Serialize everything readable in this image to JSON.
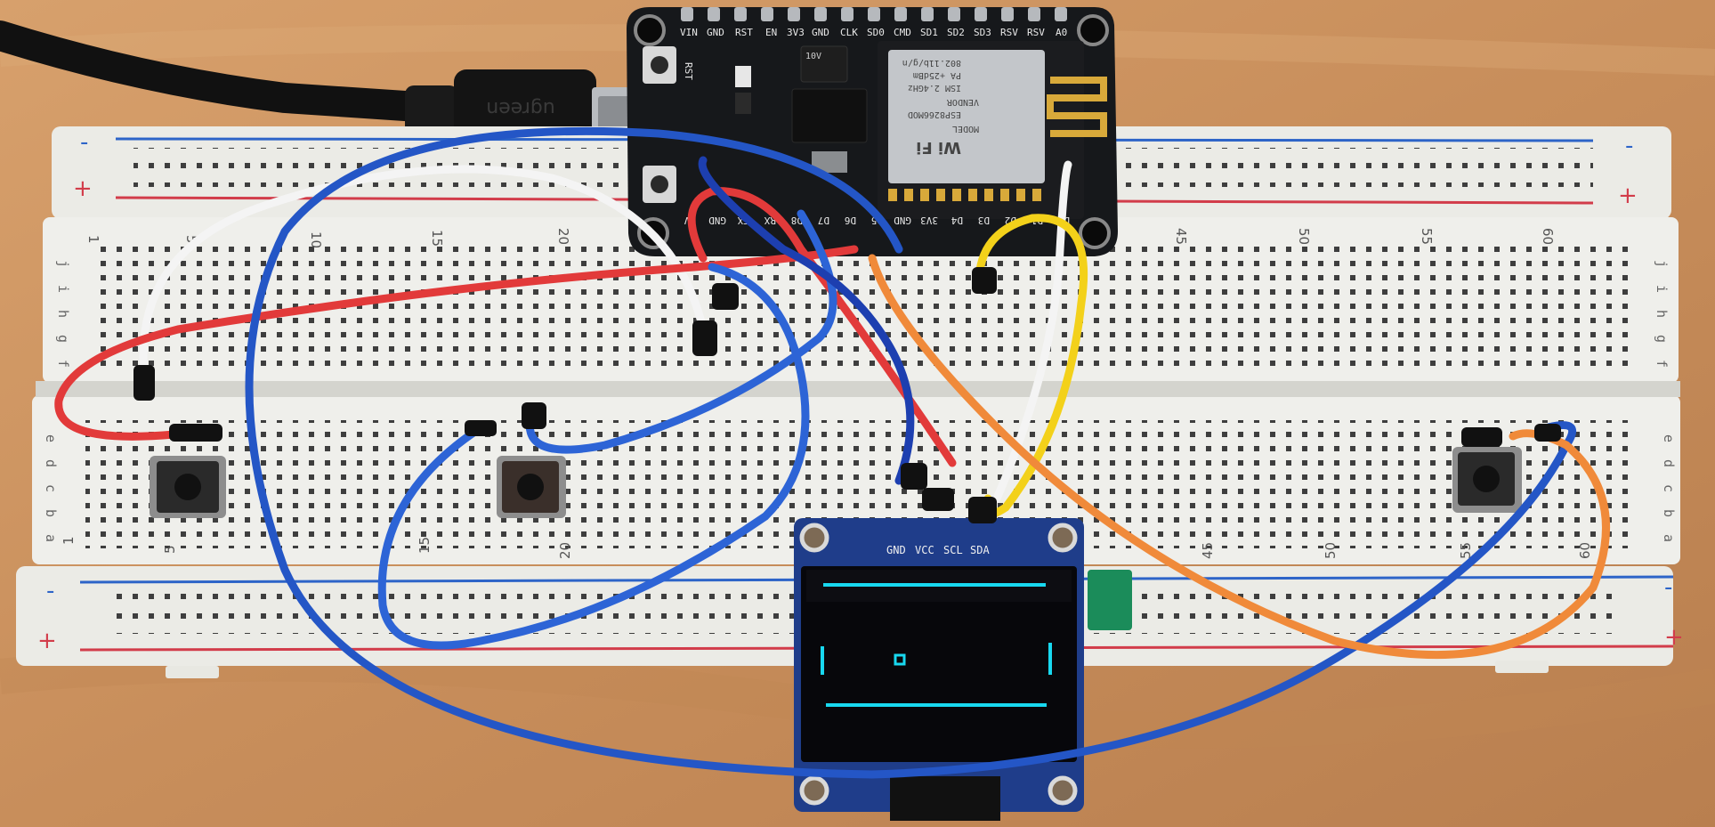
{
  "colors": {
    "table": "#c98f5d",
    "table_light": "#d8a571",
    "breadboard": "#ecece8",
    "rail_red": "#d23c4a",
    "rail_blue": "#2d64c8",
    "hole": "#3a3a3a",
    "board_black": "#16181b",
    "oled_pcb": "#1f3d8a",
    "oled_glass": "#07070b",
    "oled_pixel": "#18d8f0",
    "wire_white": "#f4f4f4",
    "wire_red": "#e23a3a",
    "wire_blue": "#2456c6",
    "wire_blue_dark": "#1d3fb0",
    "wire_yellow": "#f3d11a",
    "wire_orange": "#f08a3a",
    "cable": "#121212",
    "capacitor": "#1b8c5a"
  },
  "breadboard": {
    "rail_minus": "-",
    "rail_plus": "+",
    "rows_top": [
      "j",
      "i",
      "h",
      "g",
      "f"
    ],
    "rows_bottom": [
      "e",
      "d",
      "c",
      "b",
      "a"
    ],
    "column_numbers": [
      "1",
      "5",
      "10",
      "15",
      "20",
      "45",
      "50",
      "55",
      "60"
    ]
  },
  "mcu": {
    "top_pins": [
      "VIN",
      "GND",
      "RST",
      "EN",
      "3V3",
      "GND",
      "CLK",
      "SD0",
      "CMD",
      "SD1",
      "SD2",
      "SD3",
      "RSV",
      "RSV",
      "A0"
    ],
    "bottom_pins": [
      "3V",
      "GND",
      "TX",
      "RX",
      "D8",
      "D7",
      "D6",
      "D5",
      "GND",
      "3V3",
      "D4",
      "D3",
      "D2",
      "D1",
      "D0"
    ],
    "button_label": "RST",
    "usb_brand": "ugreen",
    "module_lines": [
      "MODEL",
      "VENDOR",
      "ESP8266MOD",
      "ISM 2.4GHz",
      "PA +25dBm",
      "802.11b/g/n"
    ],
    "wifi_mark": "Wi Fi",
    "reg_label": "10V"
  },
  "oled": {
    "pins": [
      "GND",
      "VCC",
      "SCL",
      "SDA"
    ]
  }
}
